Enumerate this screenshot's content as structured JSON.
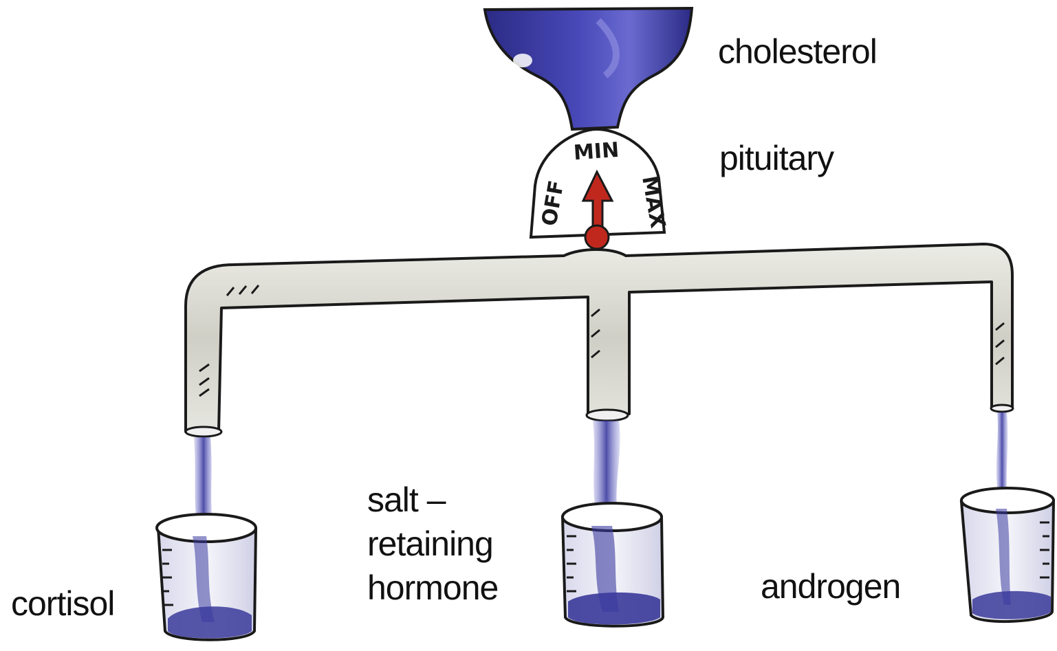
{
  "labels": {
    "cholesterol": "cholesterol",
    "pituitary": "pituitary",
    "salt_line1": "salt –",
    "salt_line2": "retaining",
    "salt_line3": "hormone",
    "cortisol": "cortisol",
    "androgen": "androgen"
  },
  "dial": {
    "off": "OFF",
    "min": "MIN",
    "max": "MAX"
  },
  "colors": {
    "liquid": "#3a3a9a",
    "pipe": "#dcdcd4",
    "needle": "#c0281e",
    "outline": "#1a1a1a"
  }
}
